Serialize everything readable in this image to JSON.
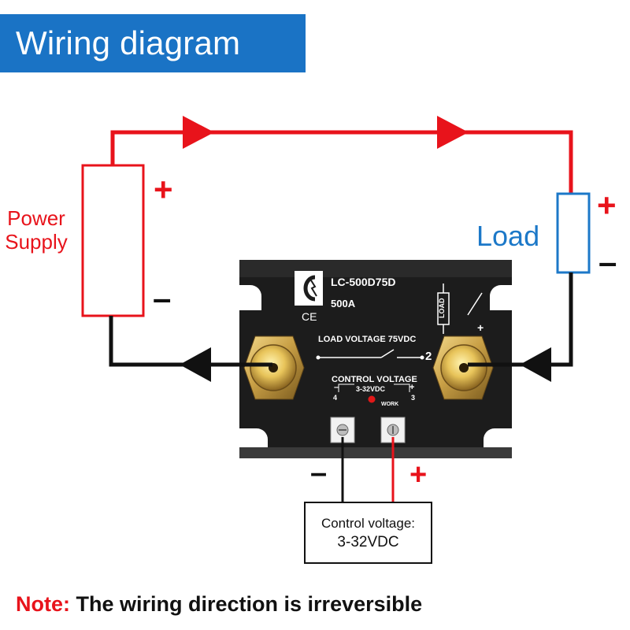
{
  "title": "Wiring diagram",
  "power_supply": {
    "line1": "Power",
    "line2": "Supply"
  },
  "load_label": "Load",
  "signs": {
    "plus": "+",
    "minus": "–"
  },
  "relay": {
    "model": "LC-500D75D",
    "current": "500A",
    "ce_mark": "CE",
    "load_voltage": "LOAD VOLTAGE 75VDC",
    "load_tag": "LOAD",
    "terminal_2": "2",
    "control_voltage_label": "CONTROL VOLTAGE",
    "control_range": "3-32VDC",
    "work": "WORK",
    "terminal_4": "4",
    "terminal_3": "3",
    "pin_minus": "–",
    "pin_plus": "+"
  },
  "control_box": {
    "line1": "Control voltage:",
    "line2": "3-32VDC"
  },
  "note": {
    "label": "Note:",
    "text": "The wiring direction is irreversible"
  },
  "colors": {
    "banner": "#1a73c5",
    "red_wire": "#e8131b",
    "black_wire": "#111111",
    "load_blue": "#1c78c8",
    "relay_body": "#1c1c1c",
    "brass": "#c9a046"
  }
}
